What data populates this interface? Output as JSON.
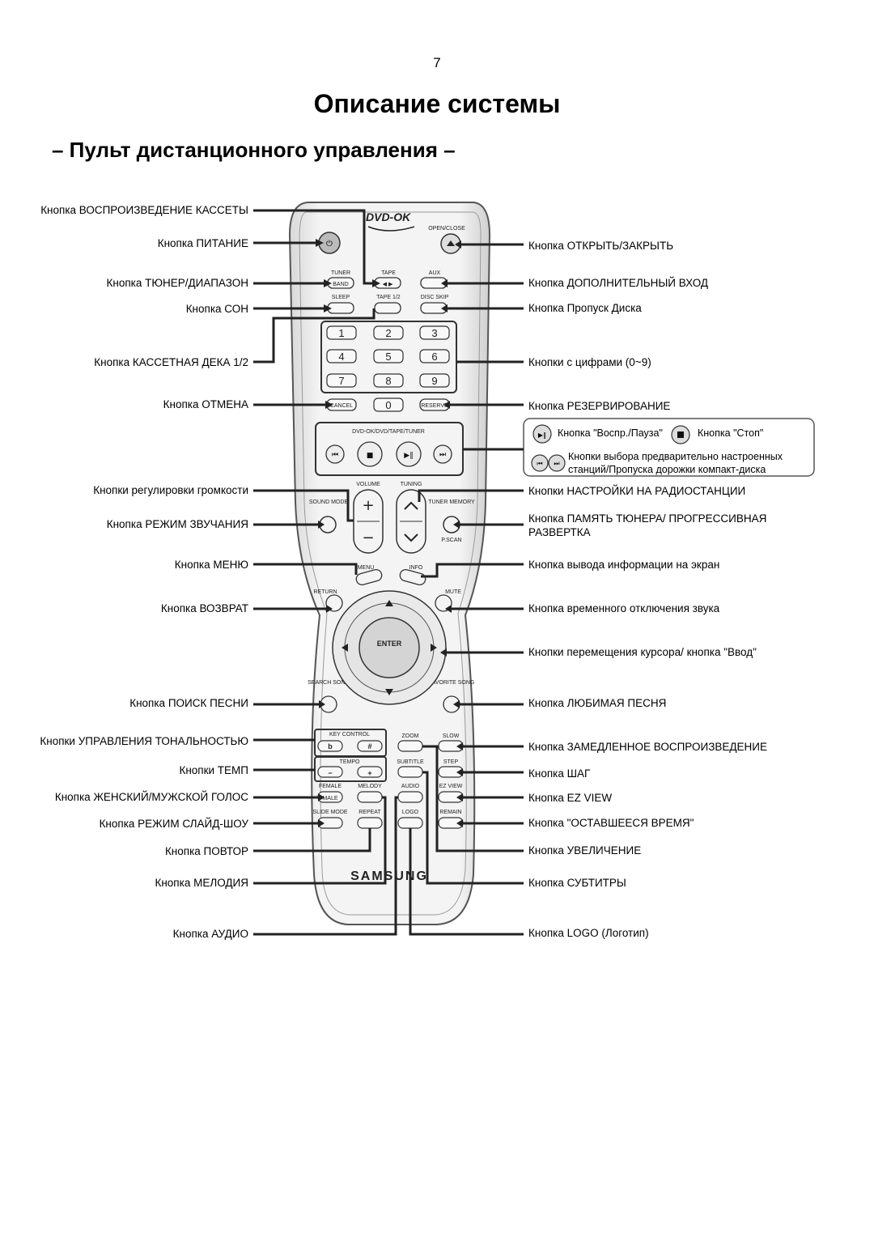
{
  "page_number": "7",
  "title": "Описание системы",
  "subtitle": "– Пульт дистанционного управления –",
  "remote": {
    "logo": "DVD-OK",
    "brand": "SAMSUNG",
    "buttons": {
      "open_close": "OPEN/CLOSE",
      "tuner": "TUNER",
      "band": "BAND",
      "tape": "TAPE",
      "aux": "AUX",
      "sleep": "SLEEP",
      "tape12": "TAPE 1/2",
      "disc_skip": "DISC SKIP",
      "digits": [
        "1",
        "2",
        "3",
        "4",
        "5",
        "6",
        "7",
        "8",
        "9",
        "0"
      ],
      "cancel": "CANCEL",
      "reserve": "RESERVE",
      "mode_bar": "DVD-OK/DVD/TAPE/TUNER",
      "volume": "VOLUME",
      "tuning": "TUNING",
      "sound_mode": "SOUND MODE",
      "tuner_memory": "TUNER MEMORY",
      "pscan": "P.SCAN",
      "menu": "MENU",
      "info": "INFO",
      "return": "RETURN",
      "mute": "MUTE",
      "enter": "ENTER",
      "search_song": "SEARCH SONG",
      "favorite_song": "FAVORITE SONG",
      "key_control": "KEY CONTROL",
      "flat": "b",
      "sharp": "#",
      "zoom": "ZOOM",
      "slow": "SLOW",
      "tempo": "TEMPO",
      "minus": "−",
      "plus": "+",
      "subtitle": "SUBTITLE",
      "step": "STEP",
      "female": "FEMALE",
      "male": "MALE",
      "melody": "MELODY",
      "audio": "AUDIO",
      "ez_view": "EZ VIEW",
      "slide_mode": "SLIDE MODE",
      "repeat": "REPEAT",
      "logo": "LOGO",
      "remain": "REMAIN"
    }
  },
  "labels_left": [
    "Кнопка ВОСПРОИЗВЕДЕНИЕ КАССЕТЫ",
    "Кнопка ПИТАНИЕ",
    "Кнопка ТЮНЕР/ДИАПАЗОН",
    "Кнопка СОН",
    "Кнопка КАССЕТНАЯ ДЕКА 1/2",
    "Кнопка ОТМЕНА",
    "Кнопки регулировки громкости",
    "Кнопка РЕЖИМ ЗВУЧАНИЯ",
    "Кнопка МЕНЮ",
    "Кнопка ВОЗВРАТ",
    "Кнопка ПОИСК ПЕСНИ",
    "Кнопки УПРАВЛЕНИЯ ТОНАЛЬНОСТЬЮ",
    "Кнопки ТЕМП",
    "Кнопка ЖЕНСКИЙ/МУЖСКОЙ ГОЛОС",
    "Кнопка РЕЖИМ СЛАЙД-ШОУ",
    "Кнопка ПОВТОР",
    "Кнопка МЕЛОДИЯ",
    "Кнопка АУДИО"
  ],
  "labels_right": [
    "Кнопка ОТКРЫТЬ/ЗАКРЫТЬ",
    "Кнопка ДОПОЛНИТЕЛЬНЫЙ ВХОД",
    "Кнопка Пропуск Диска",
    "Кнопки с цифрами (0~9)",
    "Кнопка РЕЗЕРВИРОВАНИЕ",
    "Кнопки НАСТРОЙКИ НА РАДИОСТАНЦИИ",
    "Кнопка ПАМЯТЬ ТЮНЕРА/ ПРОГРЕССИВНАЯ",
    "РАЗВЕРТКА",
    "Кнопка вывода информации на экран",
    "Кнопка временного отключения звука",
    "Кнопки перемещения курсора/ кнопка \"Ввод\"",
    "Кнопка ЛЮБИМАЯ ПЕСНЯ",
    "Кнопка ЗАМЕДЛЕННОЕ ВОСПРОИЗВЕДЕНИЕ",
    "Кнопка ШАГ",
    "Кнопка EZ VIEW",
    "Кнопка \"ОСТАВШЕЕСЯ ВРЕМЯ\"",
    "Кнопка УВЕЛИЧЕНИЕ",
    "Кнопка СУБТИТРЫ",
    "Кнопка LOGO (Логотип)"
  ],
  "legend": {
    "play_pause": "Кнопка \"Воспр./Пауза\"",
    "stop": "Кнопка \"Стоп\"",
    "skip_line1": "Кнопки выбора предварительно настроенных",
    "skip_line2": "станций/Пропуска дорожки компакт-диска"
  }
}
